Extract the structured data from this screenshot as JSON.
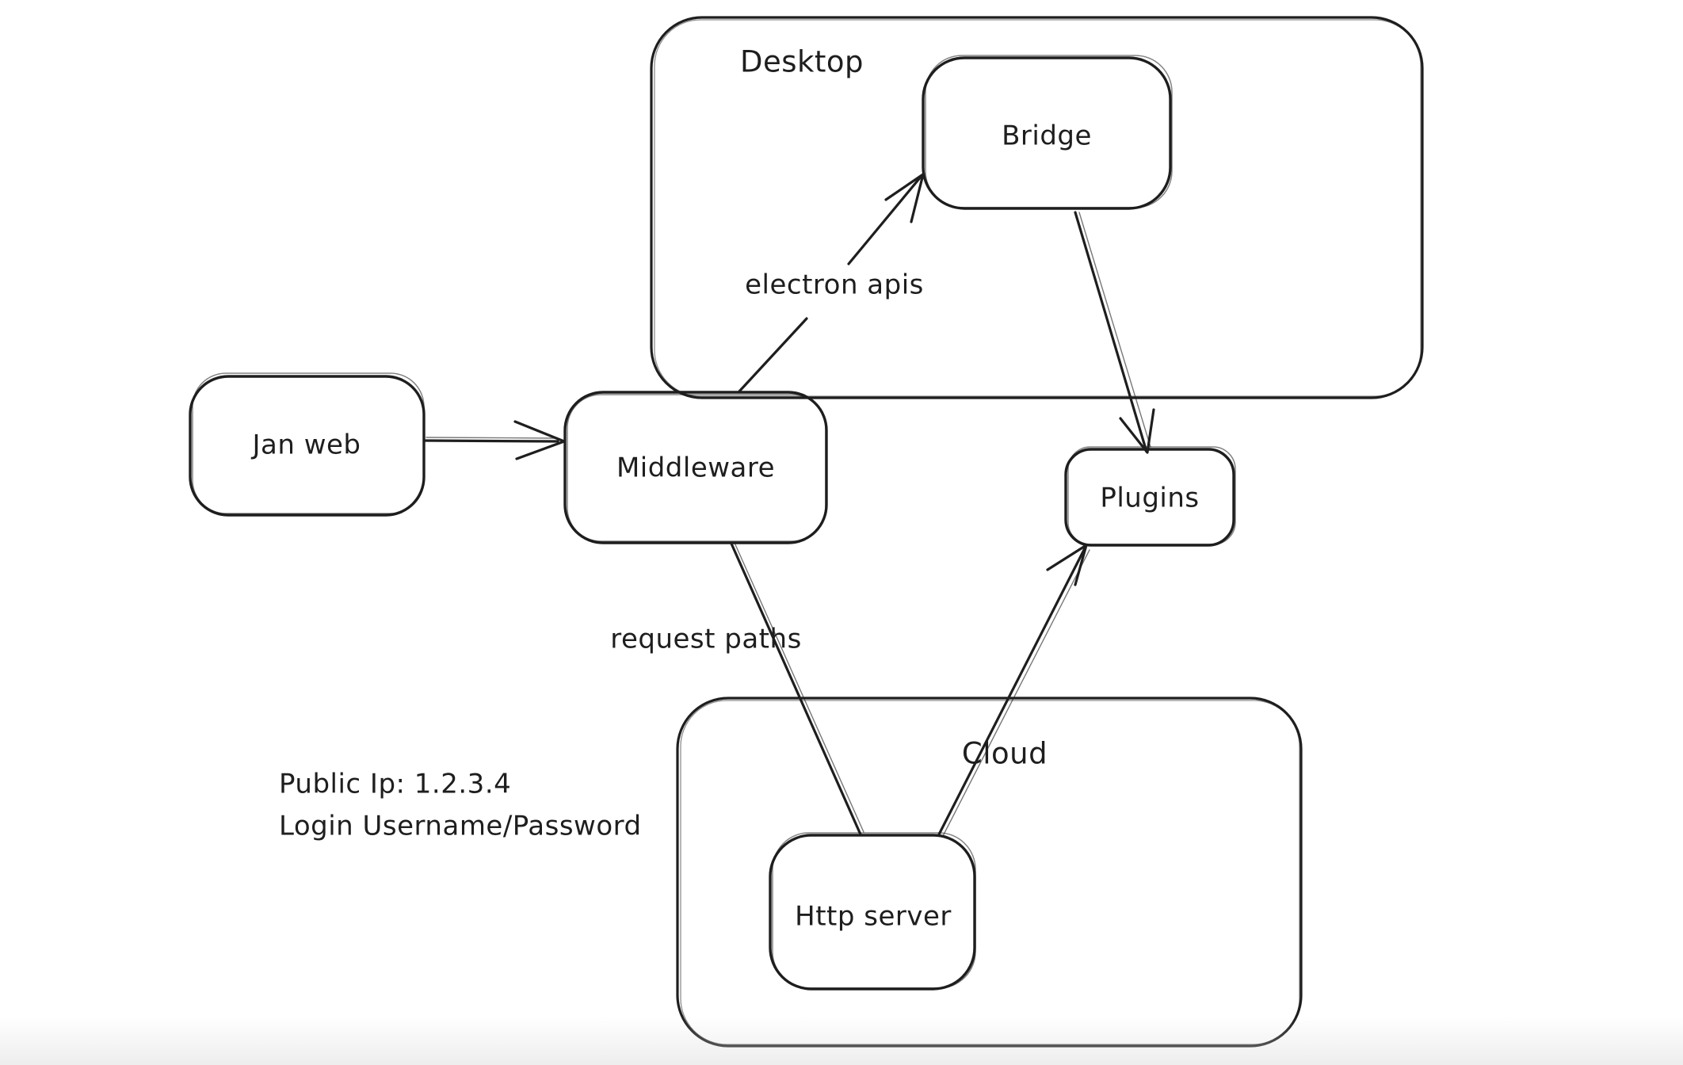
{
  "colors": {
    "ink": "#1e1e1e",
    "background": "#ffffff",
    "bottom_fade": "#ebebec"
  },
  "containers": {
    "desktop": {
      "label": "Desktop"
    },
    "cloud": {
      "label": "Cloud"
    }
  },
  "nodes": {
    "jan_web": {
      "label": "Jan web"
    },
    "middleware": {
      "label": "Middleware"
    },
    "bridge": {
      "label": "Bridge"
    },
    "plugins": {
      "label": "Plugins"
    },
    "http_server": {
      "label": "Http server"
    }
  },
  "edge_labels": {
    "electron_apis": "electron apis",
    "request_paths": "request paths"
  },
  "notes": {
    "public_ip": "Public Ip: 1.2.3.4",
    "login": "Login Username/Password"
  },
  "edges": [
    {
      "from": "jan_web",
      "to": "middleware",
      "arrow": true,
      "label": ""
    },
    {
      "from": "middleware",
      "to": "bridge",
      "arrow": true,
      "label": "electron apis"
    },
    {
      "from": "bridge",
      "to": "plugins",
      "arrow": true,
      "label": ""
    },
    {
      "from": "middleware",
      "to": "http_server",
      "arrow": false,
      "label": "request paths"
    },
    {
      "from": "http_server",
      "to": "plugins",
      "arrow": true,
      "label": ""
    }
  ]
}
